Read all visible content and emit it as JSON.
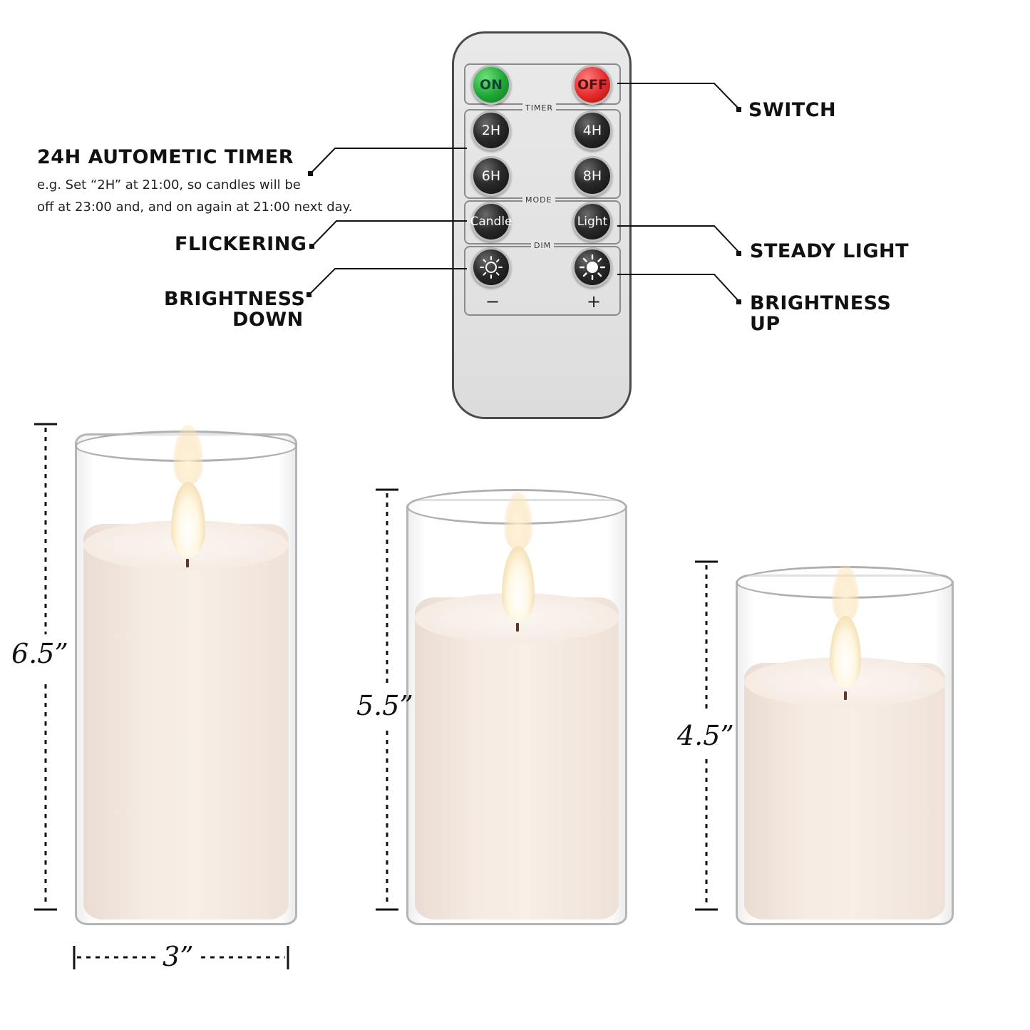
{
  "remote": {
    "on_label": "ON",
    "off_label": "OFF",
    "timer_label": "TIMER",
    "timer_buttons": [
      "2H",
      "4H",
      "6H",
      "8H"
    ],
    "mode_label": "MODE",
    "mode_buttons": [
      "Candle",
      "Light"
    ],
    "dim_label": "DIM",
    "dim_minus": "−",
    "dim_plus": "+"
  },
  "callouts": {
    "switch": "SWITCH",
    "timer_title": "24H AUTOMETIC TIMER",
    "timer_note_line1": "e.g. Set “2H” at 21:00, so  candles will be",
    "timer_note_line2": "off at 23:00 and, and on again at 21:00 next day.",
    "flickering": "FLICKERING",
    "steady_light": "STEADY LIGHT",
    "brightness_down_1": "BRIGHTNESS",
    "brightness_down_2": "DOWN",
    "brightness_up_1": "BRIGHTNESS",
    "brightness_up_2": "UP"
  },
  "dimensions": {
    "tall_height": "6.5”",
    "medium_height": "5.5”",
    "short_height": "4.5”",
    "width": "3”"
  }
}
